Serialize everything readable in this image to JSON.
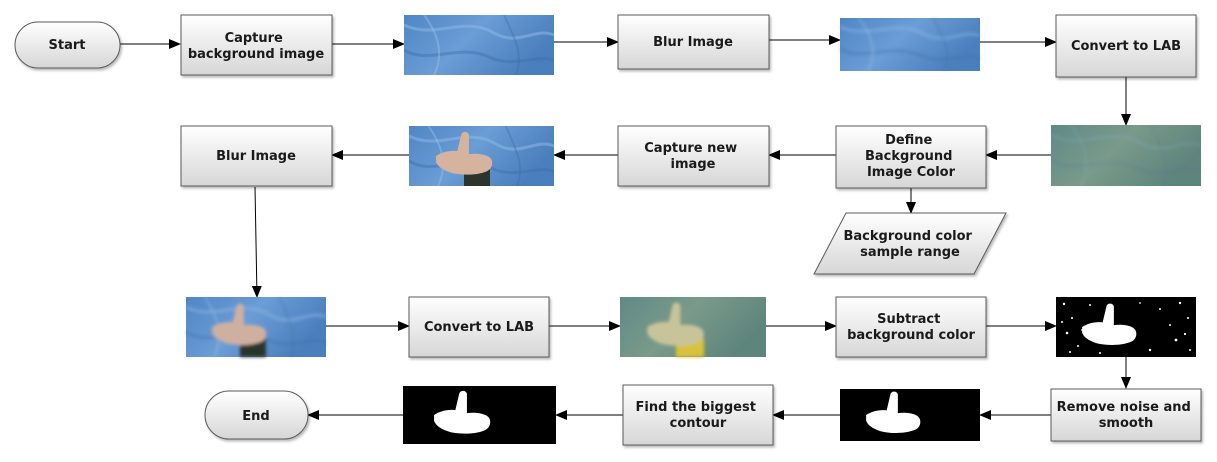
{
  "nodes": {
    "start": "Start",
    "capture_bg": [
      "Capture",
      "background image"
    ],
    "blur1": "Blur Image",
    "convert_lab1": "Convert to LAB",
    "define_bg": [
      "Define",
      "Background",
      "Image Color"
    ],
    "capture_new": [
      "Capture new",
      "image"
    ],
    "blur2": "Blur Image",
    "bg_sample": [
      "Background color",
      "sample range"
    ],
    "convert_lab2": "Convert to LAB",
    "subtract": [
      "Subtract",
      "background color"
    ],
    "remove_noise": [
      "Remove noise and",
      "smooth"
    ],
    "biggest_contour": [
      "Find the biggest",
      "contour"
    ],
    "end": "End"
  },
  "colors": {
    "box_top": "#ffffff",
    "box_bottom": "#d9d9d9",
    "box_border": "#5a5a5a",
    "arrow": "#000000",
    "bg_blue": "#5b8fc9",
    "lab_green": "#6f8f82",
    "skin": "#d8b7a3",
    "sleeve": "#2f3a2f",
    "lab_skin": "#c9c59a",
    "lab_sleeve": "#d6c23b"
  }
}
